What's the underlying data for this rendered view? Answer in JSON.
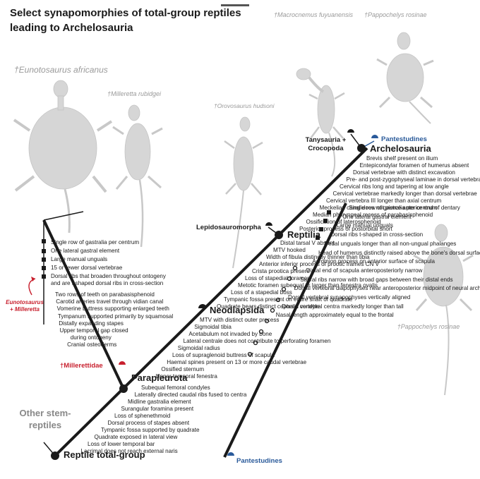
{
  "title": "Select synapomorphies of total-group reptiles leading to Archelosauria",
  "taxa": {
    "eunotosaurus": "†Eunotosaurus africanus",
    "millerettaRubidgei": "†Milleretta rubidgei",
    "macrocnemus": "†Macrocnemus fuyuanensis",
    "pappochelysTop": "†Pappochelys rosinae",
    "orovosaurus": "†Orovosaurus hudsoni",
    "pappochelysRight": "†Pappochelys rosinae"
  },
  "nodes": {
    "reptile": "Reptile total-group",
    "parapleurota": "Parapleurota",
    "neodiapsida": "Neodiapsida",
    "reptilia": "Reptilia",
    "archelosauria": "Archelosauria"
  },
  "side_clades": {
    "otherStem": "Other stem-reptiles",
    "millerettidae": "†Millerettidae",
    "eunotoMilleretta": "Eunotosaurus + Milleretta",
    "lepidosauromorpha": "Lepidosauromorpha",
    "tanysauria": "Tanysauria + Crocopoda",
    "pantestudinesTop": "Pantestudines",
    "pantestudinesBottom": "Pantestudines"
  },
  "chars_reptile": [
    "Subequal femoral condyles",
    "Laterally directed caudal ribs fused to centra",
    "Midline gastralia element",
    "Surangular foramina present",
    "Loss of sphenethmoid",
    "Dorsal process of stapes absent",
    "Tympanic fossa supported by quadrate",
    "Quadrate exposed in lateral view",
    "Loss of lower temporal bar",
    "Lacrimal does not reach external naris"
  ],
  "chars_parapleurota": [
    "MTV with distinct outer process",
    "Sigmoidal tibia",
    "Acetabulum not invaded by bone",
    "Lateral centrale does not contribute to perforating foramen",
    "Sigmoidal radius",
    "Loss of supraglenoid buttress of scapula",
    "Haemal spines present on 13 or more caudal vertebrae",
    "Ossified sternum",
    "Upper temporal fenestra"
  ],
  "chars_neodiapsida": [
    "Distal tarsal V absent",
    "MTV hooked",
    "Width of fibula distinctly thinner than tibia",
    "Anterior inferior process of prootic frames CN V",
    "Crista prootica present",
    "Loss of stapedial foramen",
    "Metotic foramen subequal or larger than fenestra ovalis",
    "Loss of a stapedial boss",
    "Tympanic fossa present on entire shaft of quadrate",
    "Quadrate bears distinct cephalic condyle"
  ],
  "chars_reptilia": [
    "Brevis shelf present on ilium",
    "Entepicondylar foramen of humerus absent",
    "Dorsal vertebrae with distinct excavation",
    "Pre- and post-zygophyseal laminae in dorsal vertebrae",
    "Cervical ribs long and tapering at low angle",
    "Cervical vertebrae markedly longer than dorsal vertebrae",
    "Cervical vertebra III longer than axial centrum",
    "Meckelian canal does not pierce anterior end of dentary",
    "Median pharyngeal recess of parabasisphenoid",
    "Ossification of laterosphenoid",
    "Posterior process of postorbital short"
  ],
  "chars_millerettidae": [
    "Two rows of teeth on parabasisphenoid",
    "Carotid arteries travel through vidian canal",
    "Vomerine buttress supporting enlarged teeth",
    "Tympanum supported primarily by squamosal",
    "Distally expanding stapes",
    "Upper temporal gap closed",
    "during ontogeny",
    "Cranial osteoderms"
  ],
  "chars_eunoto": [
    "Single row of gastralia per centrum",
    "One lateral gastral element",
    "Large manual unguals",
    "15 or fewer dorsal vertebrae",
    "Dorsal ribs that broaden throughout ontogeny",
    "and are t-shaped dorsal ribs in cross-section"
  ],
  "chars_pantestudines": [
    "Single row of gastralia per centrum",
    "One lateral gastral element",
    "Large manual unguals",
    "Dorsal ribs t-shaped in cross-section",
    "Pedal unguals longer than all non-ungual phalanges",
    "Head of humerus distinctly raised above the bone's dorsal surface",
    "Acromion process on anterior surface of scapula",
    "Distal end of scapula anteroposteriorly narrow",
    "Sacral ribs narrow with broad gaps between their distal ends",
    "Dorsal vertebral diapophyses near anteroposterior midpoint of neural arch/centrum",
    "Dorsal vertebral synapophyses vertically aligned",
    "Dorsal vertebral centra markedly longer than tall",
    "Nasal length approximately equal to the frontal"
  ],
  "colors": {
    "ink": "#1a1a1a",
    "red": "#c8202e",
    "blue": "#2a5a9a",
    "skeleton": "#cfcfcf"
  }
}
